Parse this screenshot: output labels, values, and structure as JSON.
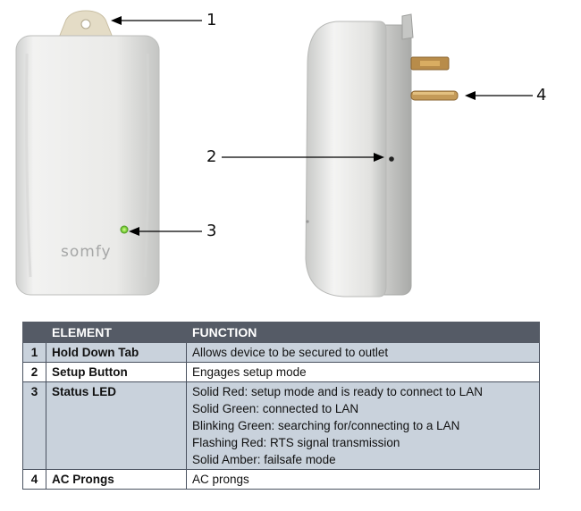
{
  "callouts": [
    "1",
    "2",
    "3",
    "4"
  ],
  "brand_logo": "somfy",
  "table": {
    "headers": [
      "",
      "ELEMENT",
      "FUNCTION"
    ],
    "rows": [
      {
        "num": "1",
        "element": "Hold Down Tab",
        "functions": [
          "Allows device to be secured to outlet"
        ]
      },
      {
        "num": "2",
        "element": "Setup Button",
        "functions": [
          "Engages setup mode"
        ]
      },
      {
        "num": "3",
        "element": "Status LED",
        "functions": [
          "Solid Red: setup mode and is ready to connect to LAN",
          "Solid Green: connected to LAN",
          "Blinking Green: searching for/connecting to a LAN",
          "Flashing Red: RTS signal transmission",
          "Solid Amber: failsafe mode"
        ]
      },
      {
        "num": "4",
        "element": "AC Prongs",
        "functions": [
          "AC prongs"
        ]
      }
    ]
  },
  "colors": {
    "header_bg": "#555b66",
    "row_shade": "#c9d2dc",
    "led": "#7fd13b"
  }
}
